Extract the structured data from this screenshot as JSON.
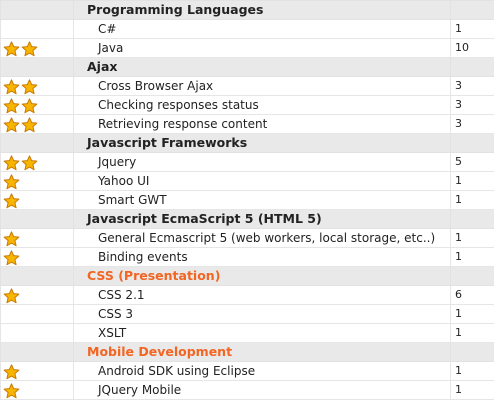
{
  "colors": {
    "category_bg": "#e9e9e9",
    "category_text_default": "#222222",
    "category_text_highlight": "#f26522",
    "star_fill": "#f7b500",
    "star_stroke": "#c97800"
  },
  "categories": [
    {
      "label": "Programming Languages",
      "highlight": false,
      "items": [
        {
          "name": "C#",
          "level": "1",
          "stars": 0
        },
        {
          "name": "Java",
          "level": "10",
          "stars": 2
        }
      ]
    },
    {
      "label": "Ajax",
      "highlight": false,
      "items": [
        {
          "name": "Cross Browser Ajax",
          "level": "3",
          "stars": 2
        },
        {
          "name": "Checking responses status",
          "level": "3",
          "stars": 2
        },
        {
          "name": "Retrieving response content",
          "level": "3",
          "stars": 2
        }
      ]
    },
    {
      "label": "Javascript Frameworks",
      "highlight": false,
      "items": [
        {
          "name": "Jquery",
          "level": "5",
          "stars": 2
        },
        {
          "name": "Yahoo UI",
          "level": "1",
          "stars": 1
        },
        {
          "name": "Smart GWT",
          "level": "1",
          "stars": 1
        }
      ]
    },
    {
      "label": "Javascript EcmaScript 5 (HTML 5)",
      "highlight": false,
      "items": [
        {
          "name": "General Ecmascript 5 (web workers, local storage, etc..)",
          "level": "1",
          "stars": 1
        },
        {
          "name": "Binding events",
          "level": "1",
          "stars": 1
        }
      ]
    },
    {
      "label": "CSS (Presentation)",
      "highlight": true,
      "items": [
        {
          "name": "CSS 2.1",
          "level": "6",
          "stars": 1
        },
        {
          "name": "CSS 3",
          "level": "1",
          "stars": 0
        },
        {
          "name": "XSLT",
          "level": "1",
          "stars": 0
        }
      ]
    },
    {
      "label": "Mobile Development",
      "highlight": true,
      "items": [
        {
          "name": "Android SDK using Eclipse",
          "level": "1",
          "stars": 1
        },
        {
          "name": "JQuery Mobile",
          "level": "1",
          "stars": 1
        }
      ]
    }
  ]
}
